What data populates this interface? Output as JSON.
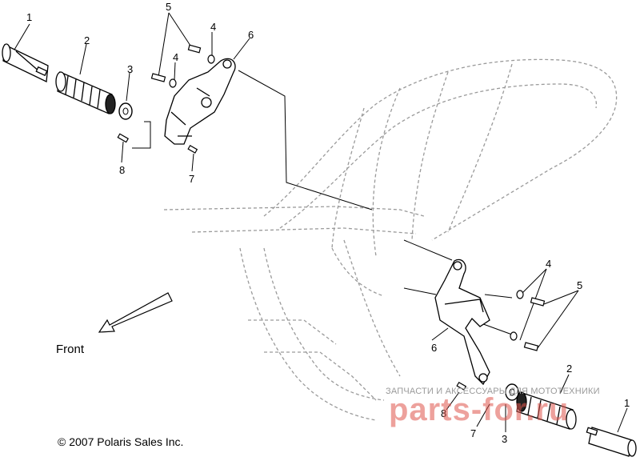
{
  "callouts": {
    "left": [
      "1",
      "2",
      "3",
      "4",
      "4",
      "5",
      "6",
      "7",
      "8"
    ],
    "right": [
      "1",
      "2",
      "3",
      "4",
      "5",
      "6",
      "7",
      "8"
    ]
  },
  "front_label": "Front",
  "copyright": "© 2007 Polaris Sales Inc.",
  "watermark": {
    "tagline": "ЗАПЧАСТИ И АКСЕССУАРЫ ДЛЯ МОТОТЕХНИКИ",
    "brand": "parts-for.ru"
  }
}
